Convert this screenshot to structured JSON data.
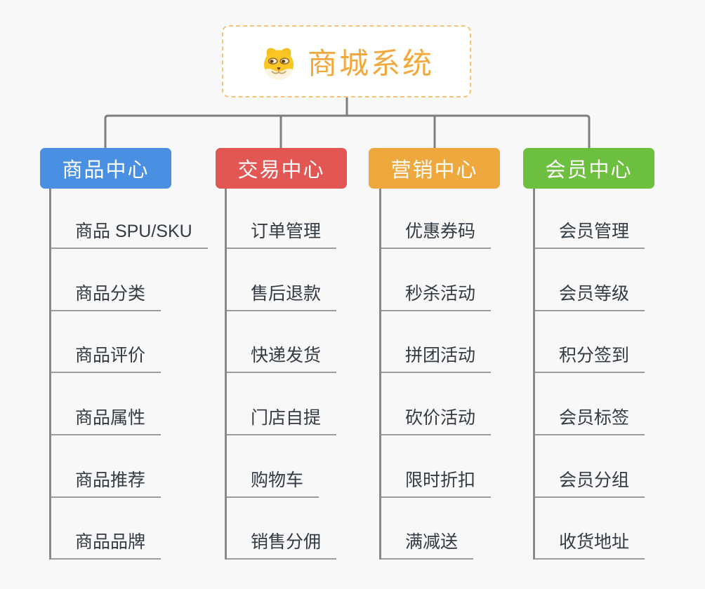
{
  "root": {
    "title": "商城系统",
    "icon": "doge-icon",
    "title_color": "#f3a83c",
    "border_color": "#f6c478"
  },
  "branches": [
    {
      "id": "product-center",
      "label": "商品中心",
      "color": "#4a90e2",
      "children": [
        "商品 SPU/SKU",
        "商品分类",
        "商品评价",
        "商品属性",
        "商品推荐",
        "商品品牌"
      ]
    },
    {
      "id": "trade-center",
      "label": "交易中心",
      "color": "#e25654",
      "children": [
        "订单管理",
        "售后退款",
        "快递发货",
        "门店自提",
        "购物车",
        "销售分佣"
      ]
    },
    {
      "id": "marketing-center",
      "label": "营销中心",
      "color": "#efa83e",
      "children": [
        "优惠券码",
        "秒杀活动",
        "拼团活动",
        "砍价活动",
        "限时折扣",
        "满减送"
      ]
    },
    {
      "id": "member-center",
      "label": "会员中心",
      "color": "#6dbf3f",
      "children": [
        "会员管理",
        "会员等级",
        "积分签到",
        "会员标签",
        "会员分组",
        "收货地址"
      ]
    }
  ],
  "colors": {
    "canvas_background": "#f8f8f8",
    "connector_line": "#7e7e7e",
    "column_line": "#8a8a8a",
    "leaf_underline": "#9c9c9c",
    "leaf_text": "#333a42",
    "branch_text": "#ffffff"
  }
}
